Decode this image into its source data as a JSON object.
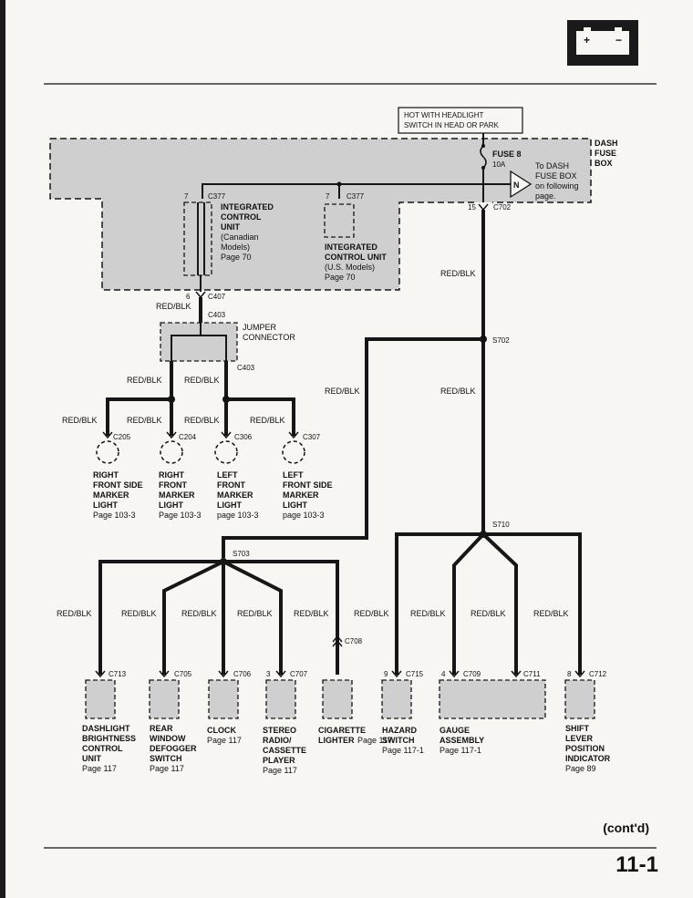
{
  "hot_note": {
    "line1": "HOT WITH HEADLIGHT",
    "line2": "SWITCH IN HEAD OR PARK"
  },
  "dash_fuse_box": {
    "line1": "DASH",
    "line2": "FUSE",
    "line3": "BOX"
  },
  "fuse": {
    "name": "FUSE 8",
    "rating": "10A"
  },
  "to_dash": {
    "line1": "To DASH",
    "line2": "FUSE BOX",
    "line3": "on following",
    "line4": "page.",
    "symbol": "N"
  },
  "icu_canadian": {
    "pin": "7",
    "conn": "C377",
    "l1": "INTEGRATED",
    "l2": "CONTROL",
    "l3": "UNIT",
    "l4": "(Canadian",
    "l5": "Models)",
    "l6": "Page 70"
  },
  "icu_us": {
    "pin": "7",
    "conn": "C377",
    "l1": "INTEGRATED",
    "l2": "CONTROL UNIT",
    "l3": "(U.S. Models)",
    "l4": "Page 70"
  },
  "conn": {
    "c702": {
      "pin": "15",
      "name": "C702"
    },
    "c407": {
      "pin": "6",
      "name": "C407"
    },
    "c403a": "C403",
    "c403b": "C403",
    "s702": "S702",
    "s710": "S710",
    "s703": "S703",
    "c708": "C708"
  },
  "wire_color": "RED/BLK",
  "jumper": {
    "l1": "JUMPER",
    "l2": "CONNECTOR"
  },
  "markers": [
    {
      "conn": "C205",
      "l1": "RIGHT",
      "l2": "FRONT SIDE",
      "l3": "MARKER",
      "l4": "LIGHT",
      "page": "Page 103-3"
    },
    {
      "conn": "C204",
      "l1": "RIGHT",
      "l2": "FRONT",
      "l3": "MARKER",
      "l4": "LIGHT",
      "page": "Page 103-3"
    },
    {
      "conn": "C306",
      "l1": "LEFT",
      "l2": "FRONT",
      "l3": "MARKER",
      "l4": "LIGHT",
      "page": "page 103-3"
    },
    {
      "conn": "C307",
      "l1": "LEFT",
      "l2": "FRONT SIDE",
      "l3": "MARKER",
      "l4": "LIGHT",
      "page": "page 103-3"
    }
  ],
  "loads": [
    {
      "pin": "",
      "conn": "C713",
      "l1": "DASHLIGHT",
      "l2": "BRIGHTNESS",
      "l3": "CONTROL",
      "l4": "UNIT",
      "page": "Page 117"
    },
    {
      "pin": "",
      "conn": "C705",
      "l1": "REAR",
      "l2": "WINDOW",
      "l3": "DEFOGGER",
      "l4": "SWITCH",
      "page": "Page 117"
    },
    {
      "pin": "",
      "conn": "C706",
      "l1": "CLOCK",
      "l2": "Page 117",
      "l3": "",
      "l4": "",
      "page": ""
    },
    {
      "pin": "3",
      "conn": "C707",
      "l1": "STEREO",
      "l2": "RADIO/",
      "l3": "CASSETTE",
      "l4": "PLAYER",
      "page": "Page 117"
    },
    {
      "pin": "",
      "conn": "",
      "l1": "CIGARETTE",
      "l2": "LIGHTER",
      "l3": "Page 117",
      "l4": "",
      "page": ""
    },
    {
      "pin": "9",
      "conn": "C715",
      "l1": "HAZARD",
      "l2": "SWITCH",
      "l3": "Page 117-1",
      "l4": "",
      "page": ""
    },
    {
      "pin": "4",
      "conn": "C709",
      "l1": "GAUGE",
      "l2": "ASSEMBLY",
      "l3": "Page 117-1",
      "l4": "",
      "page": ""
    },
    {
      "pin": "",
      "conn": "C711",
      "l1": "",
      "l2": "",
      "l3": "",
      "l4": "",
      "page": ""
    },
    {
      "pin": "8",
      "conn": "C712",
      "l1": "SHIFT",
      "l2": "LEVER",
      "l3": "POSITION",
      "l4": "INDICATOR",
      "page": "Page 89"
    }
  ],
  "battery_icon": "battery-icon",
  "contd": "(cont'd)",
  "page_number": "11-1"
}
